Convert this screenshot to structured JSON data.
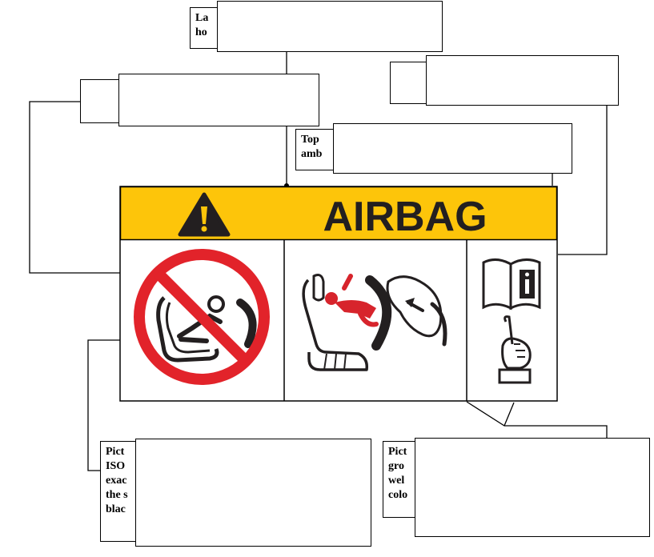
{
  "label": {
    "title": "AIRBAG"
  },
  "callouts": {
    "top_left": "La\nho",
    "top_center": "Top\namb",
    "bottom_left": "Pict\nISO\nexac\nthe s\nblac",
    "bottom_right": "Pict\ngro\nwel\ncolo"
  },
  "colors": {
    "banner": "#fdc50a",
    "prohibition": "#e2232a",
    "child_figure": "#d7242c",
    "ink": "#231f20"
  },
  "icons": [
    "warning-triangle-icon",
    "no-rear-facing-child-seat-icon",
    "airbag-deployment-icon",
    "owners-manual-icon",
    "pointing-finger-icon"
  ]
}
